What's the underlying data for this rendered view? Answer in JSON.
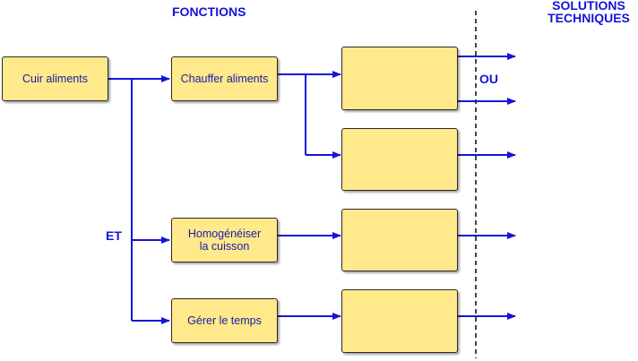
{
  "headers": {
    "fonctions": "FONCTIONS",
    "solutions_line1": "SOLUTIONS",
    "solutions_line2": "TECHNIQUES"
  },
  "labels": {
    "et": "ET",
    "ou": "OU"
  },
  "boxes": {
    "cuir": "Cuir aliments",
    "chauffer": "Chauffer aliments",
    "homog_line1": "Homogénéiser",
    "homog_line2": "la cuisson",
    "gerer": "Gérer le temps",
    "solution_1": "",
    "solution_2": "",
    "solution_3": "",
    "solution_4": ""
  },
  "colors": {
    "arrow": "#1414d8",
    "box_fill": "#ffe98a",
    "text": "#1a1aa8"
  }
}
